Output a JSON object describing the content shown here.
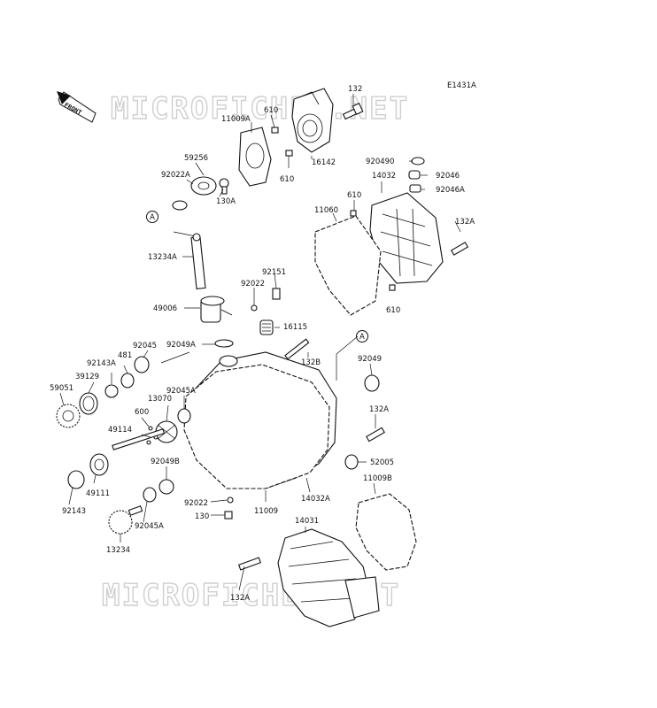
{
  "diagram_code": "E1431A",
  "front_indicator": "FRONT",
  "watermark_text": "MICROFICHES.NET",
  "callout_ref": "A",
  "part_labels": [
    {
      "id": "l132_top",
      "text": "132"
    },
    {
      "id": "l11009A",
      "text": "11009A"
    },
    {
      "id": "l610_a",
      "text": "610"
    },
    {
      "id": "l610_b",
      "text": "610"
    },
    {
      "id": "l16142",
      "text": "16142"
    },
    {
      "id": "l59256",
      "text": "59256"
    },
    {
      "id": "l92022A",
      "text": "92022A"
    },
    {
      "id": "l130A",
      "text": "130A"
    },
    {
      "id": "l920490",
      "text": "920490"
    },
    {
      "id": "l92046",
      "text": "92046"
    },
    {
      "id": "l14032",
      "text": "14032"
    },
    {
      "id": "l92046A",
      "text": "92046A"
    },
    {
      "id": "l610_c",
      "text": "610"
    },
    {
      "id": "l11060",
      "text": "11060"
    },
    {
      "id": "l132A_r",
      "text": "132A"
    },
    {
      "id": "l13234A",
      "text": "13234A"
    },
    {
      "id": "l92151",
      "text": "92151"
    },
    {
      "id": "l92022",
      "text": "92022"
    },
    {
      "id": "l610_d",
      "text": "610"
    },
    {
      "id": "l49006",
      "text": "49006"
    },
    {
      "id": "l16115",
      "text": "16115"
    },
    {
      "id": "l92049A",
      "text": "92049A"
    },
    {
      "id": "l92045",
      "text": "92045"
    },
    {
      "id": "l481",
      "text": "481"
    },
    {
      "id": "l92143A",
      "text": "92143A"
    },
    {
      "id": "l39129",
      "text": "39129"
    },
    {
      "id": "l59051",
      "text": "59051"
    },
    {
      "id": "l132B",
      "text": "132B"
    },
    {
      "id": "l92049",
      "text": "92049"
    },
    {
      "id": "l92045A_a",
      "text": "92045A"
    },
    {
      "id": "l13070",
      "text": "13070"
    },
    {
      "id": "l600",
      "text": "600"
    },
    {
      "id": "l132A_m",
      "text": "132A"
    },
    {
      "id": "l49114",
      "text": "49114"
    },
    {
      "id": "l52005",
      "text": "52005"
    },
    {
      "id": "l92049B",
      "text": "92049B"
    },
    {
      "id": "l11009B",
      "text": "11009B"
    },
    {
      "id": "l49111",
      "text": "49111"
    },
    {
      "id": "l92143",
      "text": "92143"
    },
    {
      "id": "l92022_b",
      "text": "92022"
    },
    {
      "id": "l11009",
      "text": "11009"
    },
    {
      "id": "l14032A",
      "text": "14032A"
    },
    {
      "id": "l130",
      "text": "130"
    },
    {
      "id": "l92045A_b",
      "text": "92045A"
    },
    {
      "id": "l14031",
      "text": "14031"
    },
    {
      "id": "l13234",
      "text": "13234"
    },
    {
      "id": "l132A_b",
      "text": "132A"
    }
  ]
}
